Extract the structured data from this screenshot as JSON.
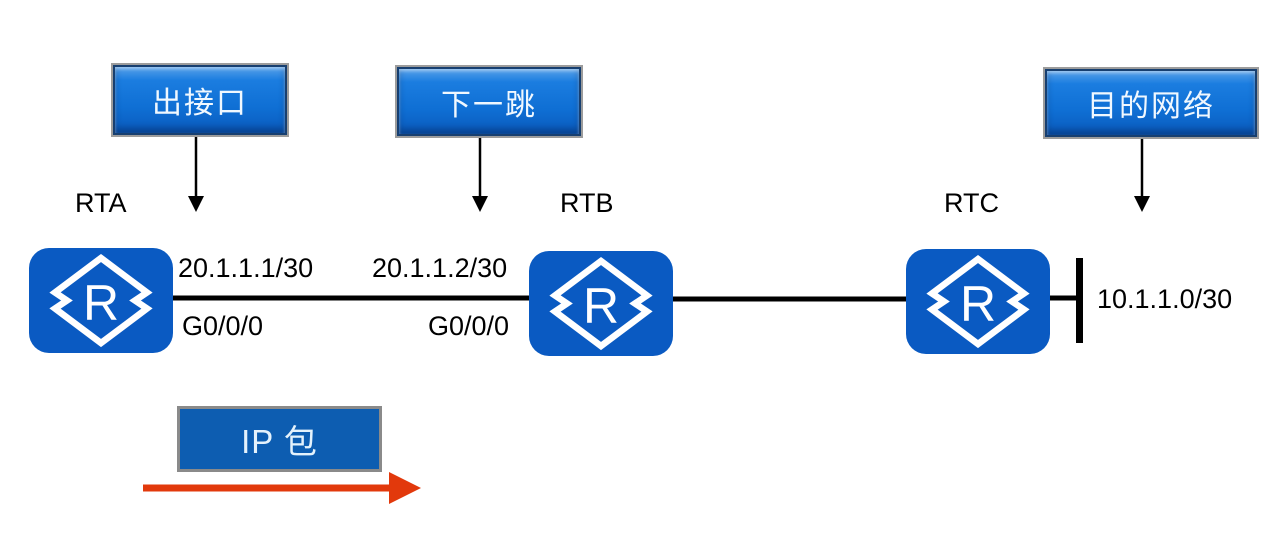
{
  "diagram": {
    "callouts": [
      {
        "label": "出接口"
      },
      {
        "label": "下一跳"
      },
      {
        "label": "目的网络"
      }
    ],
    "routers": [
      {
        "name": "RTA",
        "icon_letter": "R"
      },
      {
        "name": "RTB",
        "icon_letter": "R"
      },
      {
        "name": "RTC",
        "icon_letter": "R"
      }
    ],
    "interface_labels": {
      "rta_ip": "20.1.1.1/30",
      "rta_port": "G0/0/0",
      "rtb_ip": "20.1.1.2/30",
      "rtb_port": "G0/0/0",
      "dest_network": "10.1.1.0/30"
    },
    "packet_label": "IP 包",
    "colors": {
      "router_blue": "#0a5ac2",
      "callout_blue": "#1176dc",
      "packet_box_blue": "#0d5db1",
      "flow_arrow_red": "#e2390c",
      "line_black": "#000000"
    }
  }
}
